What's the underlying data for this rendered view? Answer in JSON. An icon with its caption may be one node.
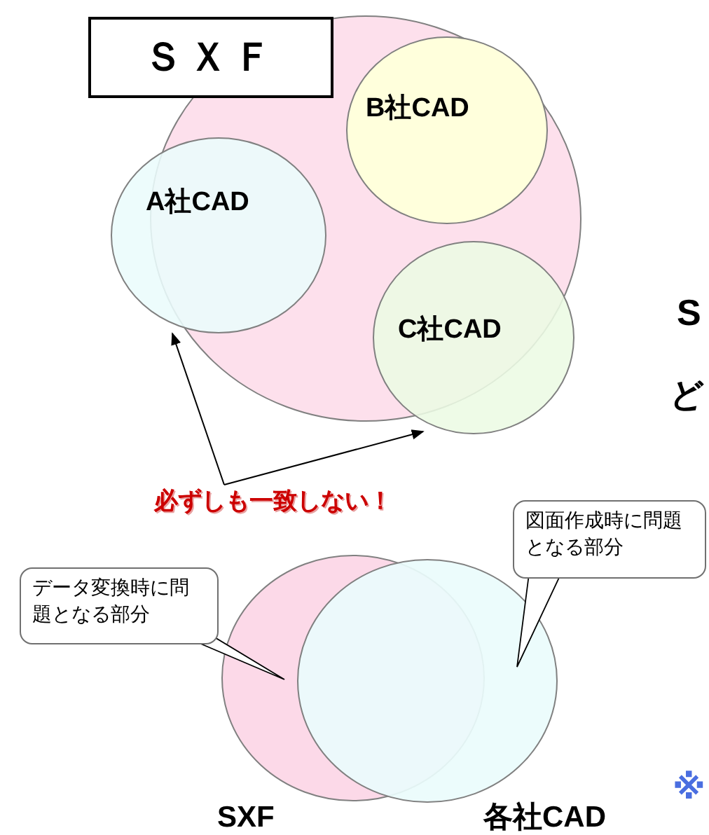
{
  "diagram": {
    "nodes": [
      {
        "text": [],
        "shape": "circle"
      },
      {
        "text": [
          "ＳＸＦ"
        ]
      },
      {
        "text": [
          "A社CAD"
        ]
      },
      {
        "text": [
          "B社CAD"
        ],
        "in": 0
      },
      {
        "text": [
          "C社CAD"
        ]
      },
      {
        "text": [
          "必ずしも一致しない！"
        ]
      },
      {
        "text": [
          "データ変換時に問題となる部分"
        ]
      },
      {
        "text": [
          "図面作成時に問題となる部分"
        ]
      },
      {
        "text": [],
        "shape": "circle",
        "beside": [
          "SXF"
        ]
      },
      {
        "text": [],
        "shape": "circle",
        "beside": [
          "各社CAD"
        ]
      }
    ],
    "edges": [
      {
        "from": 5,
        "to": 2,
        "arrow": "to"
      },
      {
        "from": 5,
        "to": 4,
        "arrow": "to"
      },
      {
        "from": 6,
        "to": 8,
        "arrow": "none"
      },
      {
        "from": 7,
        "to": 9,
        "arrow": "none"
      }
    ],
    "labels": [
      "S",
      "ど",
      "※"
    ]
  }
}
